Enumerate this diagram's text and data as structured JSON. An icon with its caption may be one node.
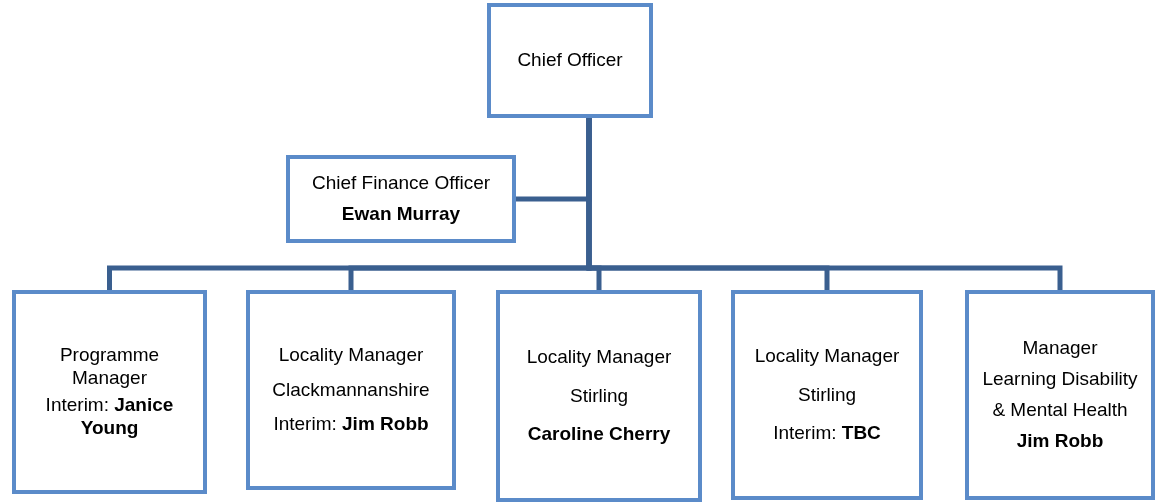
{
  "diagram": {
    "nodes": [
      {
        "text": [
          "Chief Officer"
        ]
      },
      {
        "text": [
          "Chief Finance Officer",
          "**Ewan Murray**"
        ]
      },
      {
        "text": [
          "Programme Manager",
          "Interim: **Janice Young**"
        ]
      },
      {
        "text": [
          "Locality Manager",
          "Clackmannanshire",
          "Interim: **Jim Robb**"
        ]
      },
      {
        "text": [
          "Locality Manager",
          "Stirling",
          "**Caroline Cherry**"
        ]
      },
      {
        "text": [
          "Locality Manager",
          "Stirling",
          "Interim: **TBC**"
        ]
      },
      {
        "text": [
          "Manager",
          "Learning Disability",
          "& Mental Health",
          "**Jim Robb**"
        ]
      }
    ],
    "edges": [
      {
        "from": 0,
        "to": 1,
        "arrow": "none"
      },
      {
        "from": 0,
        "to": 2,
        "arrow": "none"
      },
      {
        "from": 0,
        "to": 3,
        "arrow": "none"
      },
      {
        "from": 0,
        "to": 4,
        "arrow": "none"
      },
      {
        "from": 0,
        "to": 5,
        "arrow": "none"
      },
      {
        "from": 0,
        "to": 6,
        "arrow": "none"
      }
    ]
  }
}
